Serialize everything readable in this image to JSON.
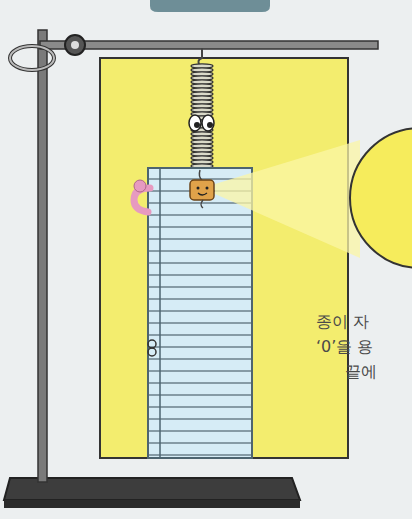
{
  "diagram": {
    "labels": [
      "종이 자",
      "‘0’을 용",
      "끝에"
    ]
  }
}
